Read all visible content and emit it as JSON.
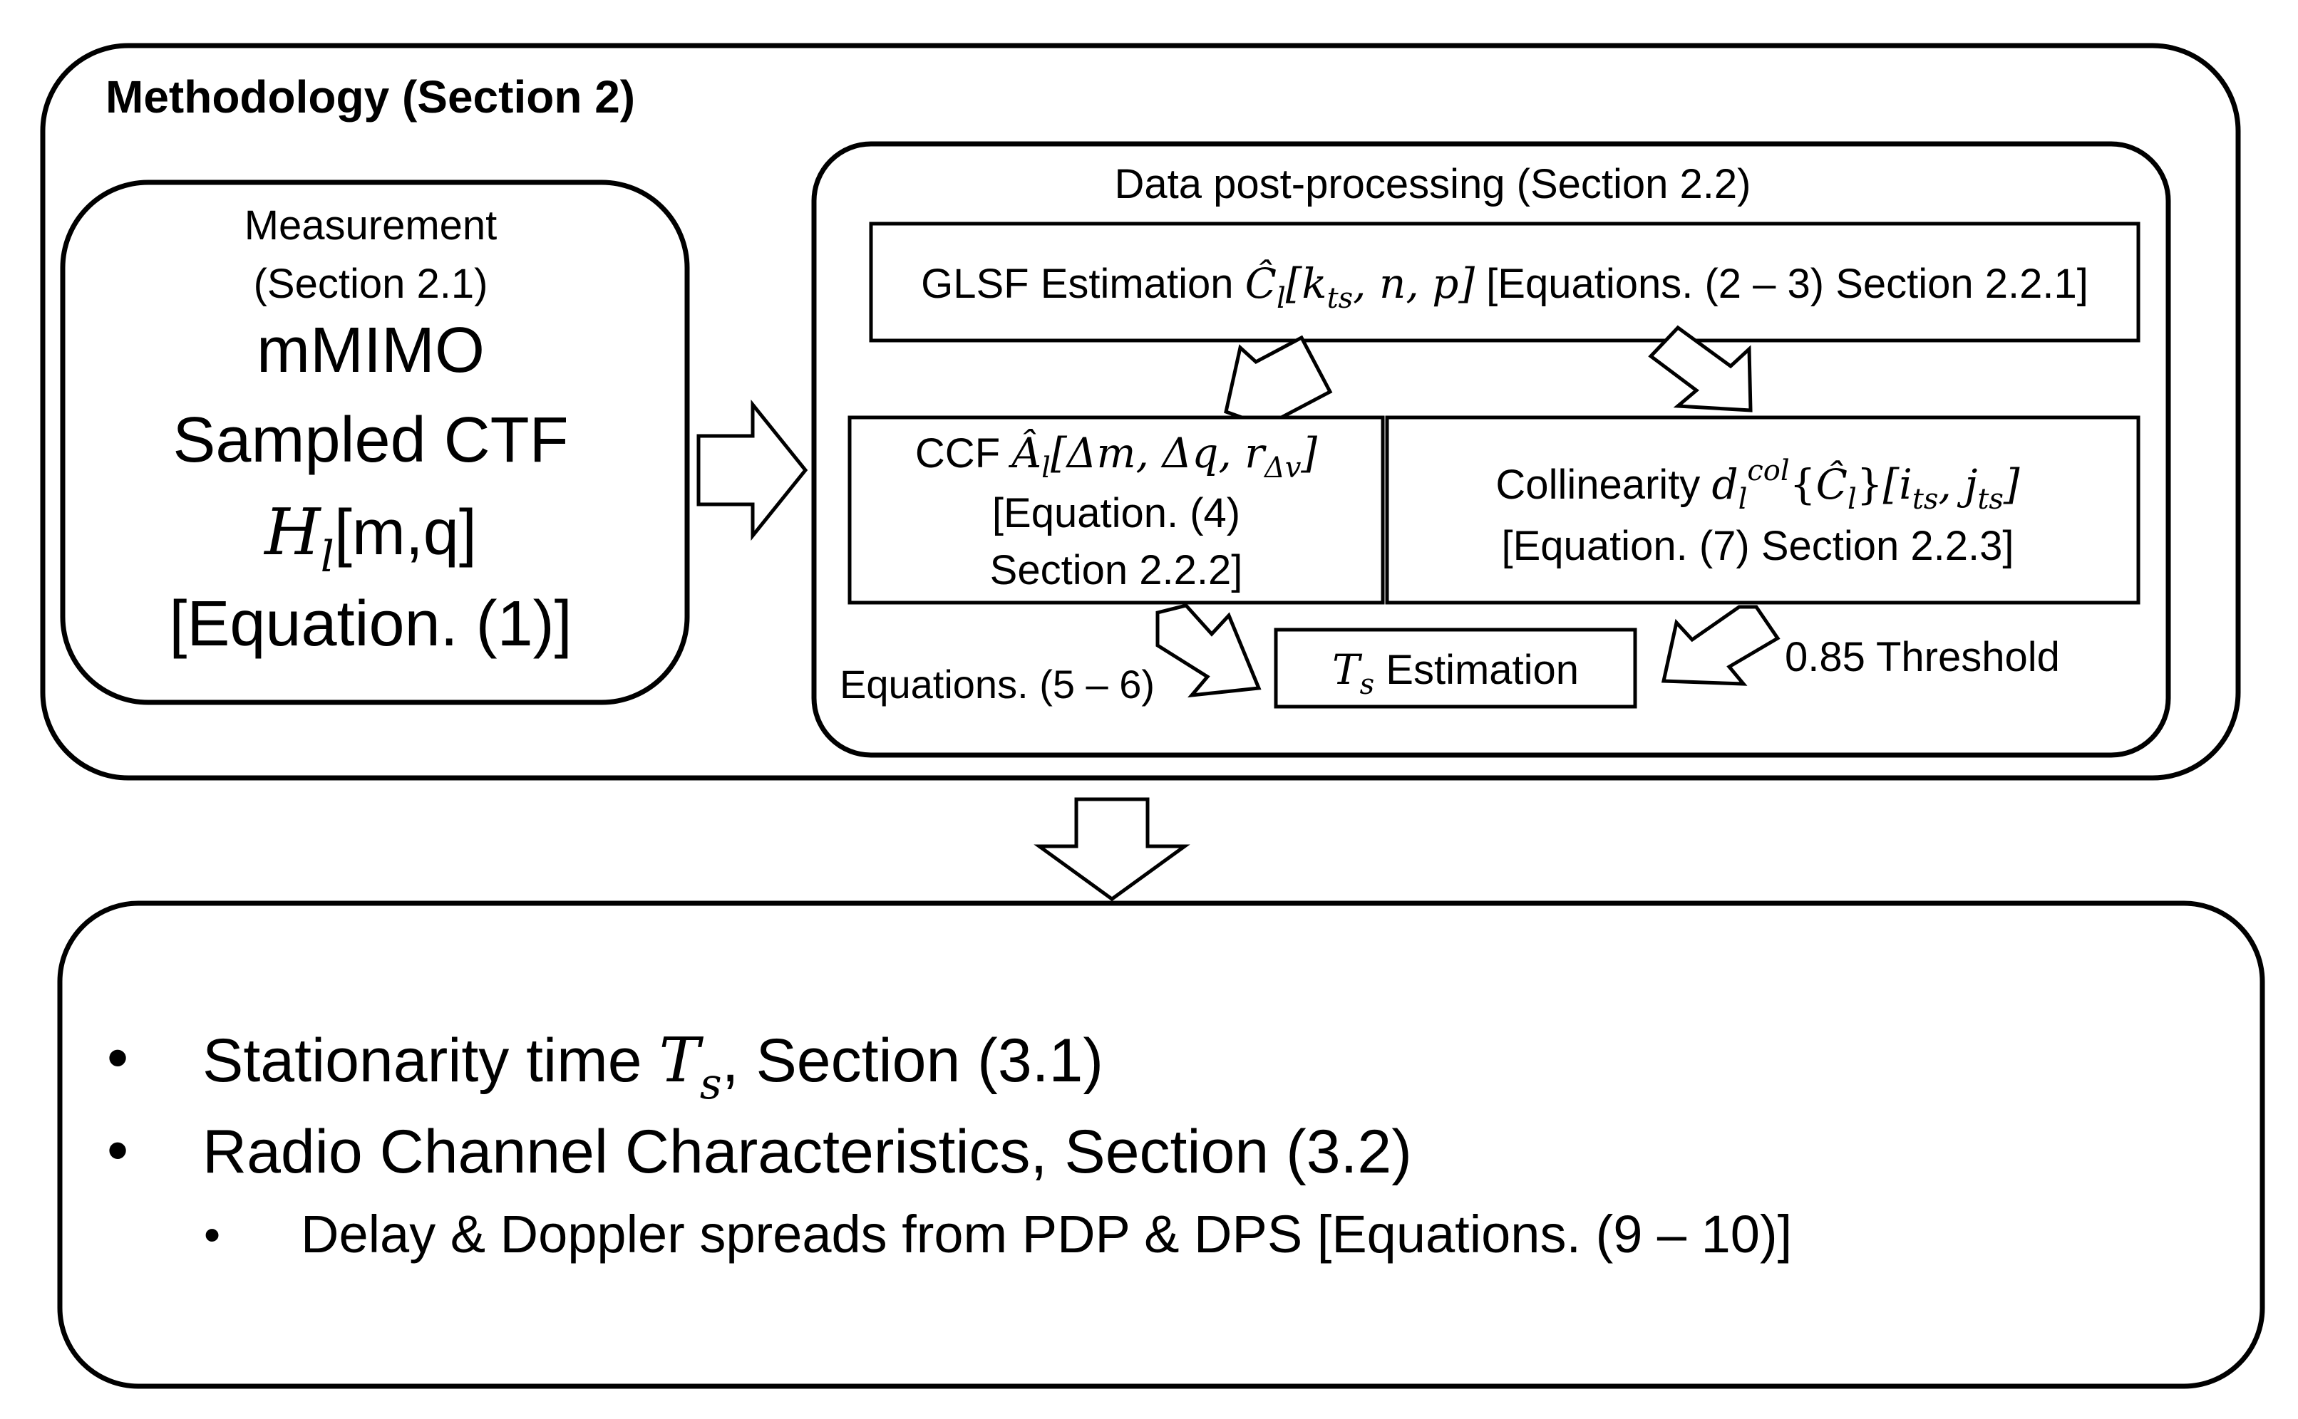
{
  "methodology": {
    "title": "Methodology (Section 2)",
    "measurement": {
      "heading": "Measurement",
      "section": "(Section 2.1)",
      "line1": "mMIMO",
      "line2": "Sampled CTF",
      "symbol": "H",
      "symbol_sub": "l",
      "symbol_args": "[m,q]",
      "equation": "[Equation. (1)]"
    },
    "post_processing": {
      "title": "Data post-processing (Section 2.2)",
      "glsf": {
        "label": "GLSF Estimation",
        "symbol": "Ĉ",
        "symbol_sub": "l",
        "args_open": "[k",
        "args_sub": "ts",
        "args_close": ", n, p]",
        "ref": "[Equations. (2 – 3) Section 2.2.1]"
      },
      "ccf": {
        "label": "CCF",
        "symbol": "Â",
        "symbol_sub": "l",
        "args_open": "[Δm, Δq, r",
        "args_sub": "Δv",
        "args_close": "]",
        "ref1": "[Equation. (4)",
        "ref2": "Section 2.2.2]"
      },
      "collinearity": {
        "label": "Collinearity",
        "symbol": "d",
        "symbol_sub": "l",
        "symbol_sup": "col",
        "inner_open": "{",
        "inner_symbol": "Ĉ",
        "inner_sub": "l",
        "inner_close": "}",
        "args_open": "[i",
        "args_sub1": "ts",
        "args_mid": ", j",
        "args_sub2": "ts",
        "args_close": "]",
        "ref": "[Equation. (7) Section 2.2.3]"
      },
      "ts_estimation": {
        "symbol": "T",
        "symbol_sub": "s",
        "label": "Estimation"
      },
      "left_note": "Equations. (5 – 6)",
      "right_note": "0.85 Threshold"
    }
  },
  "results": {
    "bullet1_text": "Stationarity time",
    "bullet1_symbol": "T",
    "bullet1_sub": "s",
    "bullet1_after": ",  Section (3.1)",
    "bullet2": "Radio Channel Characteristics, Section (3.2)",
    "sub_bullet": "Delay & Doppler spreads from PDP & DPS [Equations. (9 – 10)]",
    "bullet_symbol": "•"
  }
}
